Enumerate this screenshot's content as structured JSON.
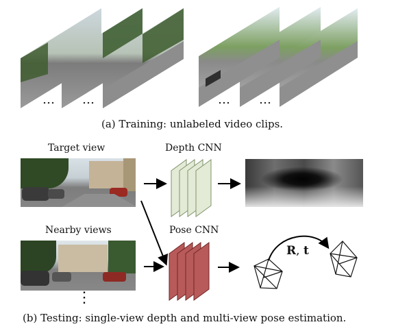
{
  "captions": {
    "training": "(a) Training: unlabeled video clips.",
    "testing": "(b) Testing: single-view depth and multi-view pose estimation."
  },
  "labels": {
    "target_view": "Target view",
    "nearby_views": "Nearby views",
    "depth_cnn": "Depth CNN",
    "pose_cnn": "Pose CNN",
    "pose_output_bold": "R",
    "pose_output_sep": ",",
    "pose_output_t": "t"
  },
  "ellipsis": {
    "glyph": "…",
    "vertical": "⋮"
  },
  "colors": {
    "depth_cnn_fill": "#e3ead6",
    "depth_cnn_stroke": "#7f936b",
    "pose_cnn_fill": "#b85a5a",
    "pose_cnn_stroke": "#6e2525",
    "arrow": "#000000",
    "sky": "#cfd8de",
    "road": "#8a8a8a",
    "building": "#b9a98c",
    "tree": "#3d5b2e"
  },
  "icons": {
    "arrow": "right-arrow-icon",
    "ellipsis": "ellipsis-icon",
    "vertical_ellipsis": "vertical-ellipsis-icon"
  }
}
